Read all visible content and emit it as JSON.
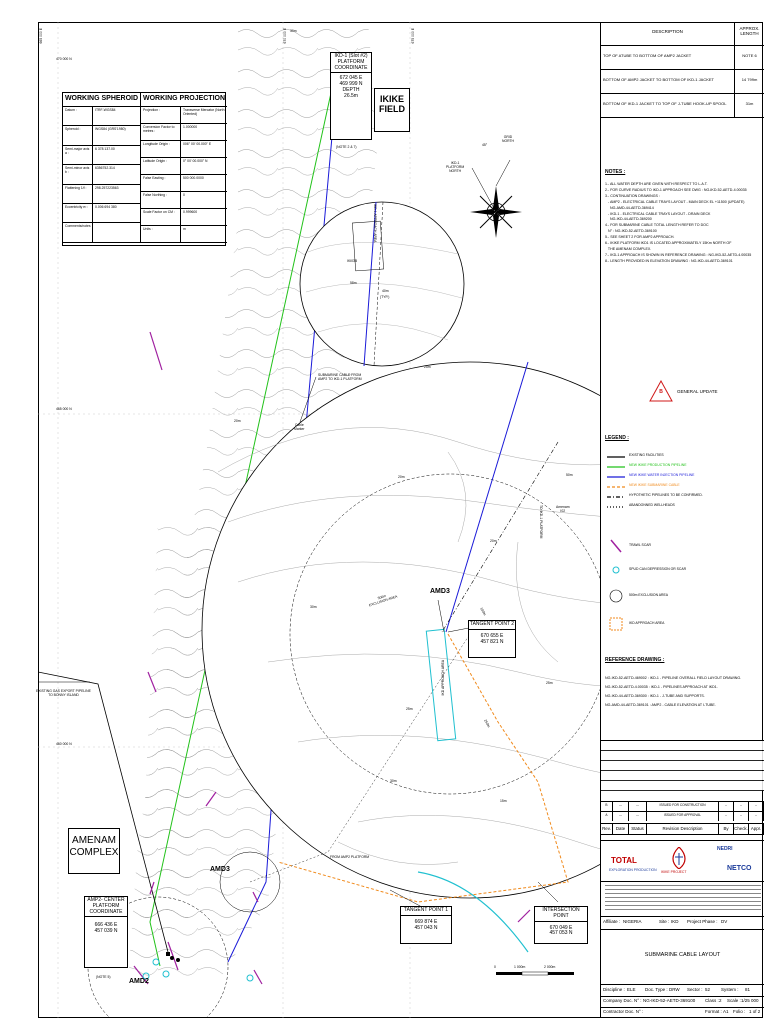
{
  "grid": {
    "eastings": [
      "665 000 E",
      "670 000 E",
      "675 000 E"
    ],
    "northings": [
      "470 000 N",
      "465 000 N",
      "460 000 N"
    ]
  },
  "spheroid": {
    "header": "WORKING SPHEROID",
    "rows": [
      {
        "label": "Datum :",
        "value": "ITRF-WGS84"
      },
      {
        "label": "Spheroid :",
        "value": "WGS84 (GRS'1980)"
      },
      {
        "label": "Semi-major axis a :",
        "value": "6 378 137.00"
      },
      {
        "label": "Semi-minor axis b :",
        "value": "6356752.314"
      },
      {
        "label": "Flattening 1/f :",
        "value": "298.257223563"
      },
      {
        "label": "Eccentricity e² :",
        "value": "0.006 694 380"
      },
      {
        "label": "Comments/notes",
        "value": ""
      }
    ]
  },
  "projection": {
    "header": "WORKING PROJECTION",
    "rows": [
      {
        "label": "Projection :",
        "value": "Transverse Mercator (North Oriented)"
      },
      {
        "label": "Conversion Factor to metres :",
        "value": "1.000000"
      },
      {
        "label": "Longitude Origin :",
        "value": "006° 00' 00.000\" E"
      },
      {
        "label": "Latitude Origin :",
        "value": "0° 00' 00.000\" N"
      },
      {
        "label": "False Easting :",
        "value": "500 000.0000"
      },
      {
        "label": "False Northing :",
        "value": "0"
      },
      {
        "label": "Scale Factor on CM :",
        "value": "0.999600"
      },
      {
        "label": "Units :",
        "value": "m"
      }
    ]
  },
  "ikike_field": "IKIKE\nFIELD",
  "ikd1": {
    "title": "IKD-1 (Slot #2)\nPLATFORM\nCOORDINATE",
    "e": "672 045 E",
    "n": "469 999 N",
    "depth_label": "DEPTH",
    "depth": "26.5m",
    "note": "(NOTE 2 & 7)"
  },
  "inset": {
    "well": "IKI03B",
    "dim1": "58m",
    "dim2": "40m",
    "dim2b": "(TYP.)",
    "wall": "IKD-1 APPROACH AREA"
  },
  "north": {
    "grid": "GRID\nNORTH",
    "platform": "IKD-1\nPLATFORM\nNORTH",
    "angle": "45°",
    "letter": "N"
  },
  "labels": {
    "sub_cable_ikd1": "SUBMARINE CABLE FROM\nAMP2 TO IKD-1 PLATFORM",
    "existing_pipeline": "EXISTING GAS EXPORT PIPELINE\nTO BONNY ISLAND",
    "amenam": "AMENAM\nCOMPLEX",
    "amd3_main": "AMD3",
    "amd3_detail": "AMD3",
    "amd2": "AMD2",
    "from_amp2": "FROM AMP2 PLATFORM",
    "to_ikd1": "TO IKD-1 PLATFORM",
    "exclusion": "500m\nEXCLUSION AREA",
    "approach": "IKD APPROACH AREA",
    "amenam_well": "Amenam\nI02",
    "dim_50m": "50m",
    "dim_250m": "250m",
    "dim_100m": "100m",
    "cable_marker": "Cable\nMarker"
  },
  "amp2": {
    "title": "AMP2- CENTER\nPLATFORM\nCOORDINATE",
    "e": "666 436 E",
    "n": "457 039 N",
    "note": "(NOTE 5)"
  },
  "tp1": {
    "title": "TANGENT POINT 1",
    "e": "669 874 E",
    "n": "457 043 N"
  },
  "tp2": {
    "title": "TANGENT POINT 2",
    "e": "670 655 E",
    "n": "457 821 N"
  },
  "ip": {
    "title": "INTERSECTION POINT",
    "e": "670 049 E",
    "n": "457 053 N"
  },
  "scale": {
    "ticks": [
      "0",
      "1 000m",
      "2 000m"
    ]
  },
  "depths": [
    "30m",
    "25m",
    "20m",
    "30m",
    "25m",
    "15m",
    "20m",
    "25m",
    "20m",
    "30m"
  ],
  "table": {
    "header_desc": "DESCRIPTION",
    "header_len": "APPROX. LENGTH",
    "rows": [
      {
        "desc": "TOP OF ATUBE TO BOTTOM OF AMP2 JACKET",
        "len": "NOTE 6"
      },
      {
        "desc": "BOTTOM OF AMP2 JACKET TO BOTTOM OF IKD-1 JACKET",
        "len": "14 799m"
      },
      {
        "desc": "BOTTOM OF IKD-1 JACKET TO TOP OF J-TUBE HOOK-UP SPOOL",
        "len": "31m"
      }
    ]
  },
  "notes": {
    "title": "NOTES :",
    "items": [
      "1.- ALL WATER DEPTH ARE GIVEN WITH RESPECT TO L.A.T.",
      "2.- FOR CURVE RADIUS TO IKD-1 APPROACH SEE DWG : NG-IKD-52-AETD-4.00035",
      "3.- CONTINUATION DRAWINGS :",
      "   - AMP2 - ELECTRICAL CABLE TRAYS LAYOUT - MAIN DECK EL +11500 (UPDATE)",
      "     NG-AMD-44-AETD-369414",
      "   - IKD-1 - ELECTRICAL CABLE TRAYS LAYOUT - DRAIN DECK",
      "     NG-IKD-44-AETD-369200",
      "4.- FOR SUBMARINE CABLE TOTAL LENGTH REFER TO DOC",
      "   N° : NG-IKD-52-AETD-369100",
      "5.- SEE SHEET 2 FOR AMP2 APPROACH.",
      "6.- IKIKE PLATFORM IKD1 IS LOCATED APPROXIMATELY 15Km NORTH OF",
      "   THE AMENAM COMPLEX.",
      "7.- IKD-1 APPROACH IS SHOWN IN REFERENCE DRAWING : NG-IKD-52-AETD-4.00035",
      "8.- LENGTH PROVIDED IN ELEVATION DRAWING : NG-IKD-44-AETD-369101"
    ]
  },
  "general_update": "GENERAL UPDATE",
  "update_mark": "B",
  "legend": {
    "title": "LEGEND :",
    "items": [
      {
        "label": "EXISTING FACILITIES",
        "color": "#000000",
        "style": "solid"
      },
      {
        "label": "NEW IKIKE PRODUCTION PIPELINE",
        "color": "#22c21a",
        "style": "solid"
      },
      {
        "label": "NEW IKIKE WATER INJECTION PIPELINE",
        "color": "#1a1ad8",
        "style": "solid"
      },
      {
        "label": "NEW IKIKE SUBMARINE CABLE",
        "color": "#f08a1c",
        "style": "dashed"
      },
      {
        "label": "HYPOTHETIC PIPELINES TO BE CONFIRMED.",
        "color": "#000000",
        "style": "dashdot"
      },
      {
        "label": "ABANDONNED WELLHEADS",
        "color": "#000000",
        "style": "dot"
      }
    ],
    "symbols": [
      {
        "label": "TRAWL SCAR",
        "color": "#a020a0"
      },
      {
        "label": "SPUD CAN DEPRESSION OR SCAR",
        "color": "#20c0d0"
      },
      {
        "label": "500m EXCLUSION AREA",
        "color": "#000000"
      },
      {
        "label": "IKD APPROACH AREA",
        "color": "#f08a1c"
      }
    ]
  },
  "references": {
    "title": "REFERENCE DRAWING :",
    "items": [
      "NG-IKD-52-AETD-469002 : IKD-1 - PIPELINE OVERALL FIELD LAYOUT DRAWING.",
      "NG-IKD-52-AETD-4.00035 : IKD-1 - PIPELINES APPROACH AT IKD1.",
      "NG-IKD-44-AETD-369300 : IKD-1 - J-TUBE AND SUPPORTS.",
      "NG-AMD-44-AETD-369101 : AMP2 - CABLE ELEVATION AT I-TUBE."
    ]
  },
  "revisions": {
    "rows": [
      {
        "rev": "B",
        "date": "---",
        "status": "---",
        "desc": "ISSUED FOR CONSTRUCTION",
        "by": "--",
        "chk": "--",
        "app": "--"
      },
      {
        "rev": "A",
        "date": "---",
        "status": "---",
        "desc": "ISSUED FOR APPROVAL",
        "by": "--",
        "chk": "--",
        "app": "--"
      }
    ],
    "header": {
      "rev": "Rev.",
      "date": "Date",
      "status": "Status",
      "desc": "Revision Description",
      "by": "By",
      "chk": "Check.",
      "app": "Appr."
    }
  },
  "logos": {
    "total": "TOTAL",
    "total_sub": "EXPLORATION PRODUCTION",
    "ikike": "IKIKE PROJECT",
    "nedri": "NEDRI",
    "netco": "NETCO"
  },
  "affiliate": {
    "label": "Affiliate :",
    "value": "NIGERIA",
    "site_label": "Site :",
    "site": "IKD",
    "project_label": "Project Phase :",
    "project": "DV"
  },
  "doc_title": "SUBMARINE CABLE LAYOUT",
  "titleblock": {
    "discipline_label": "Discipline :",
    "discipline": "ELE",
    "doctype_label": "Doc. Type :",
    "doctype": "DRW",
    "sector_label": "Sector :",
    "sector": "52",
    "system_label": "System :",
    "system": "81",
    "company_label": "Company Doc. N° :",
    "company": "NG-IKD-52-AETD-369100",
    "class_label": "Class :",
    "class": "2",
    "scale_label": "Scale :",
    "scale": "1/25 000",
    "contractor_label": "Contractor Doc. N° :",
    "contractor": "",
    "format_label": "Format :",
    "format": "A1",
    "folio_label": "Folio :",
    "folio": "1 of 2"
  }
}
